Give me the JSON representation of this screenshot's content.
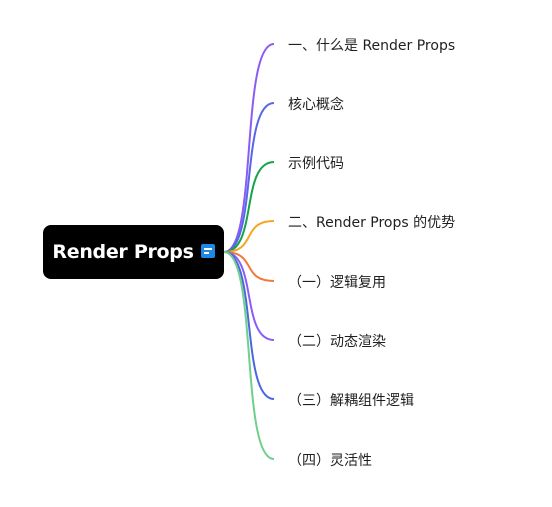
{
  "root": {
    "label": "Render Props",
    "icon": "note-icon",
    "background": "#000000",
    "text_color": "#ffffff"
  },
  "children": [
    {
      "label": "一、什么是 Render Props",
      "color": "#8a5cf5"
    },
    {
      "label": "核心概念",
      "color": "#5468e8"
    },
    {
      "label": "示例代码",
      "color": "#16a34a"
    },
    {
      "label": "二、Render Props 的优势",
      "color": "#f5a524"
    },
    {
      "label": "（一）逻辑复用",
      "color": "#f07a3a"
    },
    {
      "label": "（二）动态渲染",
      "color": "#8a5cf5"
    },
    {
      "label": "（三）解耦组件逻辑",
      "color": "#4a67e0"
    },
    {
      "label": "（四）灵活性",
      "color": "#6fd08c"
    }
  ]
}
